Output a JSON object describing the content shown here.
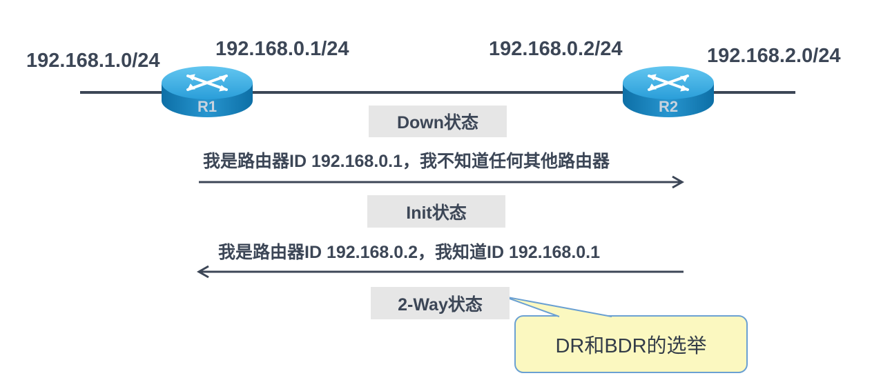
{
  "network": {
    "left_subnet": "192.168.1.0/24",
    "r1_interface": "192.168.0.1/24",
    "r2_interface": "192.168.0.2/24",
    "right_subnet": "192.168.2.0/24"
  },
  "routers": [
    {
      "label": "R1"
    },
    {
      "label": "R2"
    }
  ],
  "states": {
    "down": "Down状态",
    "init": "Init状态",
    "two_way": "2-Way状态"
  },
  "messages": {
    "r1_to_r2": "我是路由器ID 192.168.0.1，我不知道任何其他路由器",
    "r2_to_r1": "我是路由器ID 192.168.0.2，我知道ID 192.168.0.1"
  },
  "callout": {
    "text": "DR和BDR的选举"
  },
  "colors": {
    "line": "#3c4656",
    "router_top": "#2a9ed9",
    "state_bg": "#e6e6e6",
    "callout_fill": "#fbf8c0",
    "callout_border": "#6aa0d2"
  }
}
